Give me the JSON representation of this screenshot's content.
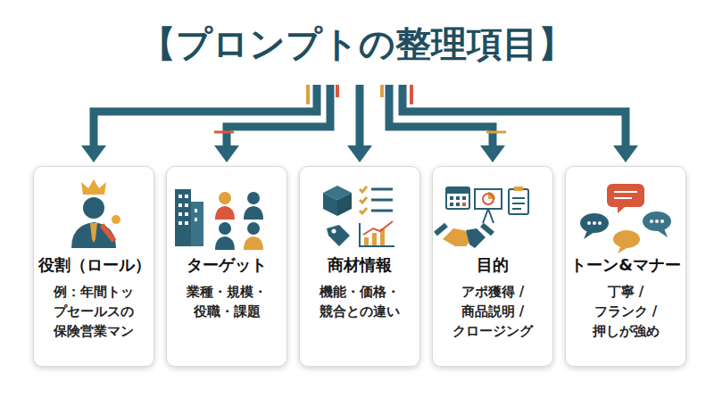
{
  "diagram": {
    "title": "【プロンプトの整理項目】",
    "nodes": [
      {
        "text": [
          "役割（ロール）",
          "例：年間トッ プセールスの 保険営業マン"
        ]
      },
      {
        "text": [
          "ターゲット",
          "業種・規模・ 役職・課題"
        ]
      },
      {
        "text": [
          "商材情報",
          "機能・価格・ 競合との違い"
        ]
      },
      {
        "text": [
          "目的",
          "アポ獲得 / 商品説明 / クロージング"
        ]
      },
      {
        "text": [
          "トーン&マナー",
          "丁寧 / フランク / 押しが強め"
        ]
      }
    ]
  }
}
